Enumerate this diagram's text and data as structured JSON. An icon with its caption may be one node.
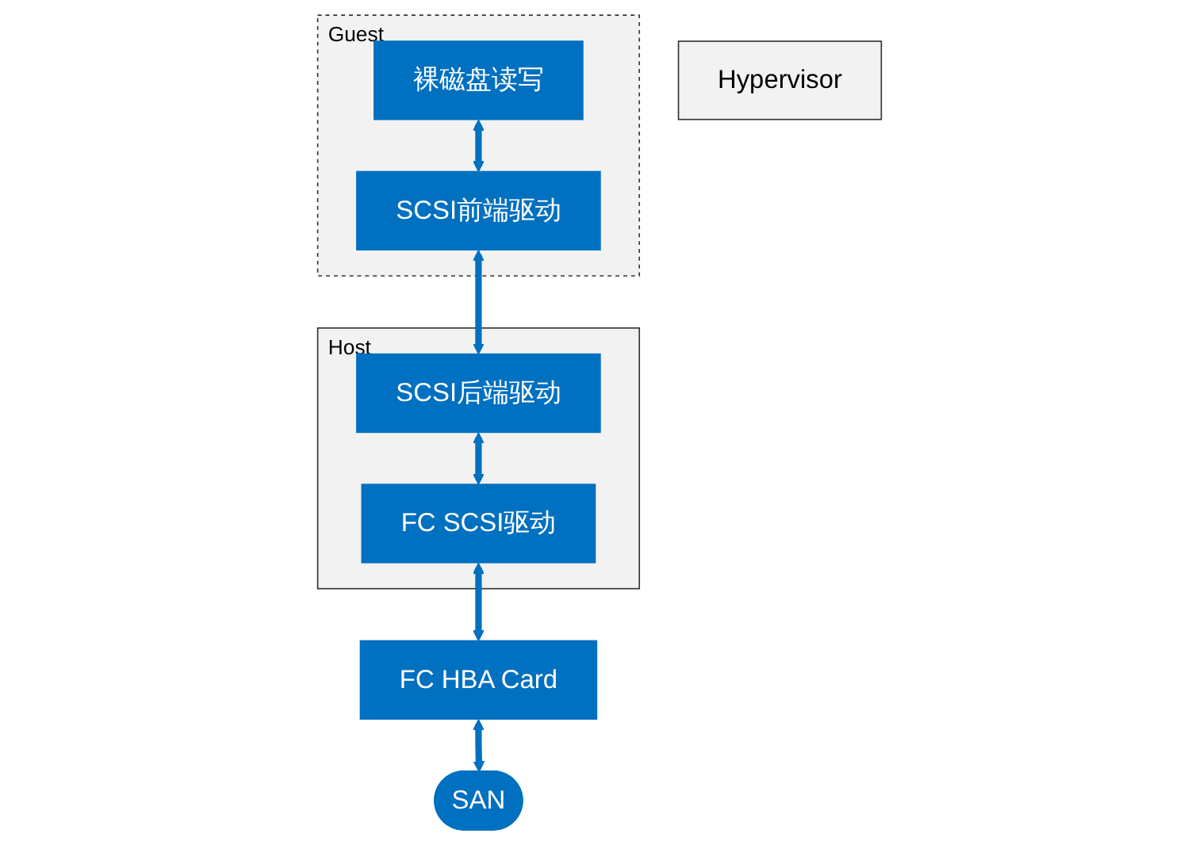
{
  "diagram": {
    "nodes": [
      {
        "text": [
          "Host"
        ]
      },
      {
        "text": [
          "SCSI后端驱动"
        ],
        "in": 0
      },
      {
        "text": [
          "FC SCSI驱动"
        ],
        "in": 0
      },
      {
        "text": [
          "Guest"
        ]
      },
      {
        "text": [
          "裸磁盘读写"
        ],
        "in": 3
      },
      {
        "text": [
          "SCSI前端驱动"
        ],
        "in": 3
      },
      {
        "text": [
          "Hypervisor"
        ]
      },
      {
        "text": [
          "FC HBA Card"
        ]
      },
      {
        "text": [
          "SAN"
        ]
      }
    ],
    "edges": [
      {
        "from": 5,
        "to": 1,
        "arrow": "both"
      },
      {
        "from": 1,
        "to": 2,
        "arrow": "both"
      },
      {
        "from": 4,
        "to": 5,
        "arrow": "both"
      },
      {
        "from": 2,
        "to": 7,
        "arrow": "both"
      },
      {
        "from": 7,
        "to": 8,
        "arrow": "both"
      }
    ]
  }
}
